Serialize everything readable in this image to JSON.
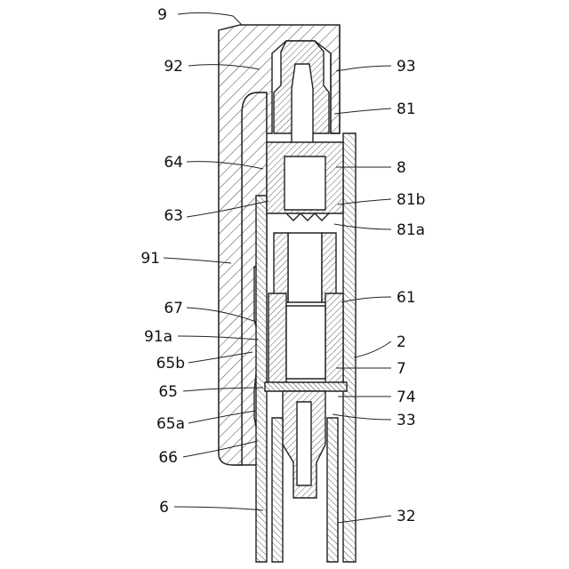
{
  "figure": {
    "labels": [
      {
        "id": "9",
        "text": "9"
      },
      {
        "id": "92",
        "text": "92"
      },
      {
        "id": "93",
        "text": "93"
      },
      {
        "id": "81",
        "text": "81"
      },
      {
        "id": "64",
        "text": "64"
      },
      {
        "id": "8",
        "text": "8"
      },
      {
        "id": "81b",
        "text": "81b"
      },
      {
        "id": "63",
        "text": "63"
      },
      {
        "id": "81a",
        "text": "81a"
      },
      {
        "id": "91",
        "text": "91"
      },
      {
        "id": "61",
        "text": "61"
      },
      {
        "id": "67",
        "text": "67"
      },
      {
        "id": "91a",
        "text": "91a"
      },
      {
        "id": "2",
        "text": "2"
      },
      {
        "id": "65b",
        "text": "65b"
      },
      {
        "id": "7",
        "text": "7"
      },
      {
        "id": "65",
        "text": "65"
      },
      {
        "id": "74",
        "text": "74"
      },
      {
        "id": "65a",
        "text": "65a"
      },
      {
        "id": "33",
        "text": "33"
      },
      {
        "id": "66",
        "text": "66"
      },
      {
        "id": "6",
        "text": "6"
      },
      {
        "id": "32",
        "text": "32"
      }
    ]
  }
}
